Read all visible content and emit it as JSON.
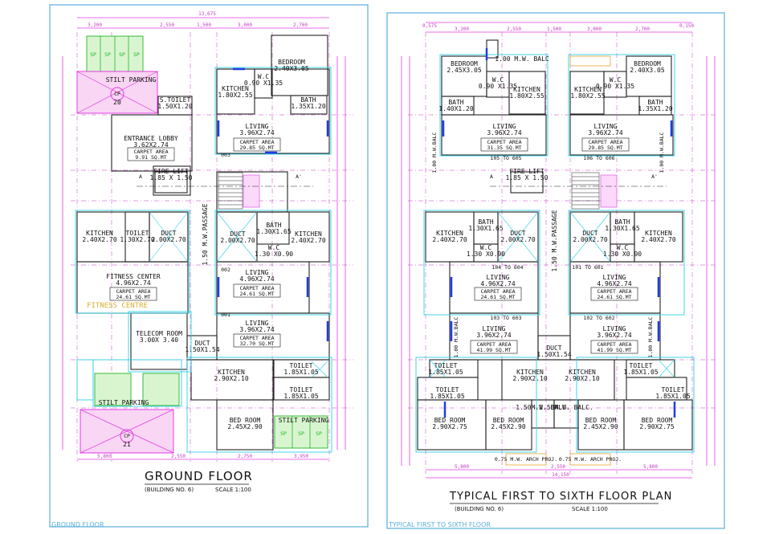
{
  "ground": {
    "title": "GROUND  FLOOR",
    "building": "(BUILDING NO. 6)",
    "scale": "SCALE 1:100",
    "corner_label": "GROUND FLOOR",
    "overall_dim": "13,675",
    "top_dims": [
      "3,200",
      "2,550",
      "1,500",
      "3,000",
      "2,700"
    ],
    "bottom_dims": [
      "5,800",
      "2,550",
      "2,750",
      "3,950"
    ],
    "rooms": [
      {
        "name": "STILT PARKING",
        "dim": ""
      },
      {
        "name": "S.TOILET",
        "dim": "1.50X1.20"
      },
      {
        "name": "ENTRANCE LOBBY",
        "dim": "3.62X2.74"
      },
      {
        "name": "FIRE LIFT",
        "dim": "1.85 X 1.50"
      },
      {
        "name": "KITCHEN",
        "dim": "2.40X2.70"
      },
      {
        "name": "TOILET",
        "dim": "1.30X2.70"
      },
      {
        "name": "DUCT",
        "dim": "2.00X2.70"
      },
      {
        "name": "FITNESS CENTER",
        "dim": "4.96X2.74"
      },
      {
        "name": "TELECOM ROOM",
        "dim": "3.00X 3.40"
      },
      {
        "name": "DUCT",
        "dim": "1.50X1.54"
      },
      {
        "name": "STILT PARKING",
        "dim": ""
      },
      {
        "name": "BEDROOM",
        "dim": "2.40X3.05"
      },
      {
        "name": "KITCHEN",
        "dim": "1.80X2.55"
      },
      {
        "name": "W.C",
        "dim": "0.90 X1.35"
      },
      {
        "name": "BATH",
        "dim": "1.35X1.20"
      },
      {
        "name": "LIVING",
        "dim": "3.96X2.74"
      },
      {
        "name": "DUCT",
        "dim": "2.00X2.70"
      },
      {
        "name": "BATH",
        "dim": "1.30X1.65"
      },
      {
        "name": "KITCHEN",
        "dim": "2.40X2.70"
      },
      {
        "name": "W.C",
        "dim": "1.30 X0.90"
      },
      {
        "name": "LIVING",
        "dim": "4.96X2.74"
      },
      {
        "name": "LIVING",
        "dim": "3.96X2.74"
      },
      {
        "name": "KITCHEN",
        "dim": "2.90X2.10"
      },
      {
        "name": "TOILET",
        "dim": "1.85X1.05"
      },
      {
        "name": "TOILET",
        "dim": "1.85X1.05"
      },
      {
        "name": "BED ROOM",
        "dim": "2.45X2.90"
      },
      {
        "name": "STILT PARKING",
        "dim": ""
      }
    ],
    "carpet": [
      {
        "label": "CARPET AREA",
        "area": "9.91 SQ.MT"
      },
      {
        "label": "CARPET AREA",
        "area": "24.61 SQ.MT"
      },
      {
        "label": "CARPET AREA",
        "area": "29.85 SQ.MT"
      },
      {
        "label": "CARPET AREA",
        "area": "24.61 SQ.MT"
      },
      {
        "label": "CARPET AREA",
        "area": "32.70 SQ.MT"
      }
    ],
    "passage": "1.50 M.W.PASSAGE",
    "fitness_overlay": "FITNESS CENTRE",
    "parking_no": [
      "20",
      "21"
    ],
    "cp": "CP",
    "sp": "SP",
    "section_a": "A",
    "section_a2": "A'",
    "unit_tags": [
      "003",
      "002",
      "001"
    ]
  },
  "typical": {
    "title": "TYPICAL FIRST TO SIXTH FLOOR PLAN",
    "building": "(BUILDING NO. 6)",
    "scale": "SCALE 1:100",
    "corner_label": "TYPICAL FIRST TO SIXTH FLOOR",
    "overall_dim": "14,150",
    "top_dims": [
      "0,575",
      "3,200",
      "2,550",
      "1,500",
      "3,000",
      "2,700",
      "0,150"
    ],
    "bottom_dims": [
      "5,800",
      "2,550",
      "5,800"
    ],
    "rooms": [
      {
        "name": "BEDROOM",
        "dim": "2.45X3.05"
      },
      {
        "name": "1.00 M.W. BALC",
        "dim": ""
      },
      {
        "name": "W.C",
        "dim": "0.90 X1.35"
      },
      {
        "name": "KITCHEN",
        "dim": "1.80X2.55"
      },
      {
        "name": "BATH",
        "dim": "1.40X1.20"
      },
      {
        "name": "LIVING",
        "dim": "3.96X2.74"
      },
      {
        "name": "KITCHEN",
        "dim": "1.80X2.55"
      },
      {
        "name": "W.C",
        "dim": "0.90 X1.35"
      },
      {
        "name": "BEDROOM",
        "dim": "2.40X3.05"
      },
      {
        "name": "BATH",
        "dim": "1.35X1.20"
      },
      {
        "name": "LIVING",
        "dim": "3.96X2.74"
      },
      {
        "name": "FIRE LIFT",
        "dim": "1.85 X 1.50"
      },
      {
        "name": "KITCHEN",
        "dim": "2.40X2.70"
      },
      {
        "name": "BATH",
        "dim": "1.30X1.65"
      },
      {
        "name": "DUCT",
        "dim": "2.00X2.70"
      },
      {
        "name": "W.C",
        "dim": "1.30 X0.90"
      },
      {
        "name": "DUCT",
        "dim": "2.00X2.70"
      },
      {
        "name": "BATH",
        "dim": "1.30X1.65"
      },
      {
        "name": "KITCHEN",
        "dim": "2.40X2.70"
      },
      {
        "name": "W.C",
        "dim": "1.30 X0.90"
      },
      {
        "name": "LIVING",
        "dim": "4.96X2.74"
      },
      {
        "name": "LIVING",
        "dim": "4.96X2.74"
      },
      {
        "name": "LIVING",
        "dim": "3.96X2.74"
      },
      {
        "name": "LIVING",
        "dim": "3.96X2.74"
      },
      {
        "name": "DUCT",
        "dim": "1.50X1.54"
      },
      {
        "name": "TOILET",
        "dim": "1.85X1.05"
      },
      {
        "name": "KITCHEN",
        "dim": "2.90X2.10"
      },
      {
        "name": "KITCHEN",
        "dim": "2.90X2.10"
      },
      {
        "name": "TOILET",
        "dim": "1.85X1.05"
      },
      {
        "name": "TOILET",
        "dim": "1.85X1.05"
      },
      {
        "name": "TOILET",
        "dim": "1.85X1.05"
      },
      {
        "name": "BED ROOM",
        "dim": "2.90X2.75"
      },
      {
        "name": "BED ROOM",
        "dim": "2.45X2.90"
      },
      {
        "name": "BED ROOM",
        "dim": "2.45X2.90"
      },
      {
        "name": "BED ROOM",
        "dim": "2.90X2.75"
      },
      {
        "name": "1.50M.W. BALC.",
        "dim": ""
      },
      {
        "name": "1.50M.W. BALC.",
        "dim": ""
      }
    ],
    "carpet": [
      {
        "label": "CARPET AREA",
        "area": "31.35 SQ.MT"
      },
      {
        "label": "CARPET AREA",
        "area": "29.85 SQ.MT"
      },
      {
        "label": "CARPET AREA",
        "area": "24.61 SQ.MT"
      },
      {
        "label": "CARPET AREA",
        "area": "24.61 SQ.MT"
      },
      {
        "label": "CARPET AREA",
        "area": "41.99 SQ.MT"
      },
      {
        "label": "CARPET AREA",
        "area": "41.99 SQ.MT"
      }
    ],
    "unit_ranges": [
      "105 TO 605",
      "106 TO 606",
      "104 TO 604",
      "101 TO 601",
      "103 TO 603",
      "102 TO 602"
    ],
    "passage": "1.50 M.W.PASSAGE",
    "balc_notes": [
      "1.00 M.W.BALC",
      "1.00 M.W.BALC",
      "1.00 M.W.BALC",
      "1.00 M.W.BALC"
    ],
    "arch_notes": [
      "0.75 M.W. ARCH PROJ.",
      "0.75 M.W. ARCH PROJ."
    ],
    "section_a": "A",
    "section_a2": "A'"
  }
}
